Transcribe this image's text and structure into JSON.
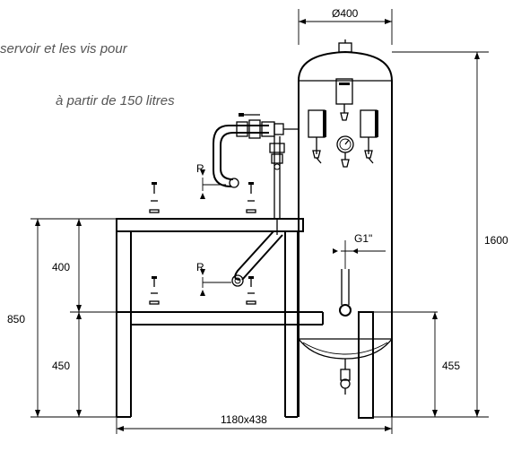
{
  "captions": [
    "servoir et les vis pour",
    "à partir de 150 litres"
  ],
  "dimensions": {
    "diameter": "Ø400",
    "total_height": "1600",
    "table_height": "850",
    "upper_section": "400",
    "lower_section": "450",
    "outlet_height": "455",
    "footprint": "1180x438",
    "thread": "G1\"",
    "radius_upper": "R",
    "radius_lower": "R"
  }
}
